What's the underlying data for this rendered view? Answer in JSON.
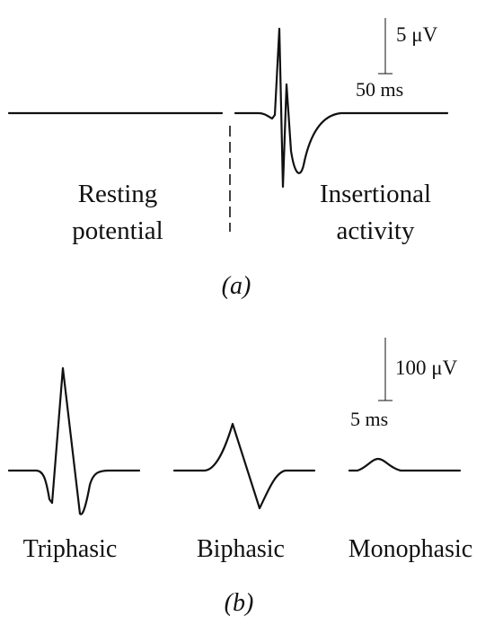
{
  "panel_a": {
    "label": "(a)",
    "resting_label": [
      "Resting",
      "potential"
    ],
    "insertional_label": [
      "Insertional",
      "activity"
    ],
    "scale_amplitude": "5 μV",
    "scale_time": "50 ms"
  },
  "panel_b": {
    "label": "(b)",
    "scale_amplitude": "100 μV",
    "scale_time": "5 ms",
    "waveforms": [
      {
        "name": "Triphasic"
      },
      {
        "name": "Biphasic"
      },
      {
        "name": "Monophasic"
      }
    ]
  }
}
